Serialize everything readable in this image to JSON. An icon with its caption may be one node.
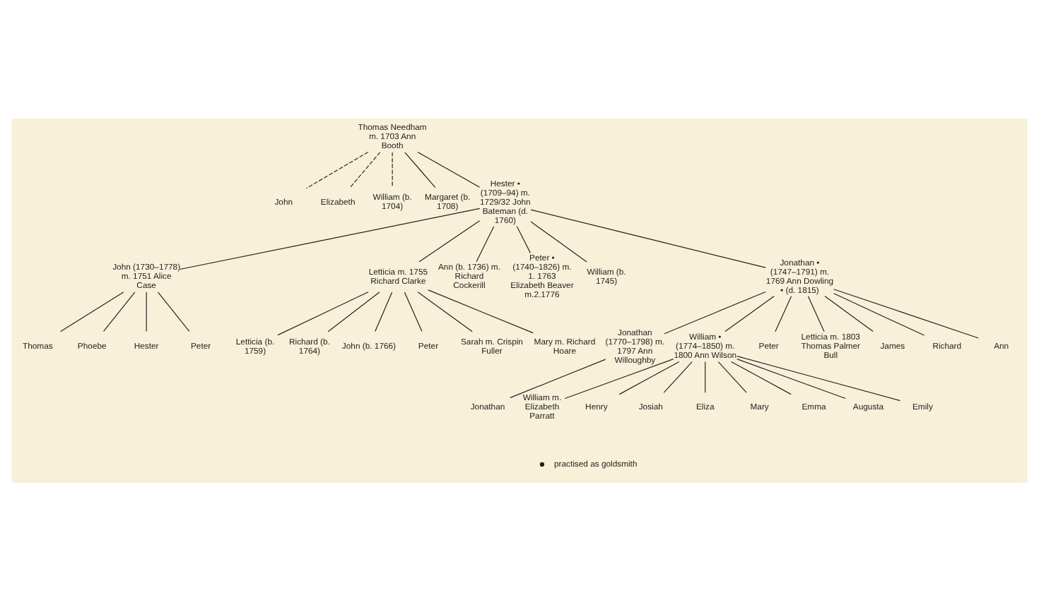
{
  "diagram": {
    "nodes": [
      {
        "text": [
          "Thomas Needham m. 1703 Ann Booth"
        ]
      },
      {
        "text": [
          "John"
        ]
      },
      {
        "text": [
          "Elizabeth"
        ]
      },
      {
        "text": [
          "William (b. 1704)"
        ]
      },
      {
        "text": [
          "Margaret (b. 1708)"
        ]
      },
      {
        "text": [
          "Hester • (1709–94) m. 1729/32 John Bateman (d. 1760)"
        ]
      },
      {
        "text": [
          "John (1730–1778) m. 1751 Alice Case"
        ]
      },
      {
        "text": [
          "Letticia m. 1755 Richard Clarke"
        ]
      },
      {
        "text": [
          "Ann (b. 1736) m. Richard Cockerill"
        ]
      },
      {
        "text": [
          "Peter • (1740–1826) m. 1. 1763 Elizabeth Beaver m.2.1776"
        ]
      },
      {
        "text": [
          "William (b. 1745)"
        ]
      },
      {
        "text": [
          "Jonathan • (1747–1791) m. 1769 Ann Dowling • (d. 1815)"
        ]
      },
      {
        "text": [
          "Thomas"
        ]
      },
      {
        "text": [
          "Phoebe"
        ]
      },
      {
        "text": [
          "Hester"
        ]
      },
      {
        "text": [
          "Peter"
        ]
      },
      {
        "text": [
          "Letticia (b. 1759)"
        ]
      },
      {
        "text": [
          "Richard (b. 1764)"
        ]
      },
      {
        "text": [
          "John (b. 1766)"
        ]
      },
      {
        "text": [
          "Peter"
        ]
      },
      {
        "text": [
          "Sarah m. Crispin Fuller"
        ]
      },
      {
        "text": [
          "Mary m. Richard Hoare"
        ]
      },
      {
        "text": [
          "Jonathan (1770–1798) m. 1797 Ann Willoughby"
        ]
      },
      {
        "text": [
          "William • (1774–1850) m. 1800 Ann Wilson"
        ]
      },
      {
        "text": [
          "Peter"
        ]
      },
      {
        "text": [
          "Letticia m. 1803 Thomas Palmer Bull"
        ]
      },
      {
        "text": [
          "James"
        ]
      },
      {
        "text": [
          "Richard"
        ]
      },
      {
        "text": [
          "Ann"
        ]
      },
      {
        "text": [
          "Jonathan"
        ]
      },
      {
        "text": [
          "William m. Elizabeth Parratt"
        ]
      },
      {
        "text": [
          "Henry"
        ]
      },
      {
        "text": [
          "Josiah"
        ]
      },
      {
        "text": [
          "Eliza"
        ]
      },
      {
        "text": [
          "Mary"
        ]
      },
      {
        "text": [
          "Emma"
        ]
      },
      {
        "text": [
          "Augusta"
        ]
      },
      {
        "text": [
          "Emily"
        ]
      }
    ],
    "edges": [
      {
        "from": 0,
        "to": 1,
        "arrow": "none",
        "style": "dashed"
      },
      {
        "from": 0,
        "to": 2,
        "arrow": "none",
        "style": "dashed"
      },
      {
        "from": 0,
        "to": 3,
        "arrow": "none",
        "style": "dashed"
      },
      {
        "from": 0,
        "to": 4,
        "arrow": "none"
      },
      {
        "from": 0,
        "to": 5,
        "arrow": "none"
      },
      {
        "from": 5,
        "to": 6,
        "arrow": "none"
      },
      {
        "from": 5,
        "to": 7,
        "arrow": "none"
      },
      {
        "from": 5,
        "to": 8,
        "arrow": "none"
      },
      {
        "from": 5,
        "to": 9,
        "arrow": "none"
      },
      {
        "from": 5,
        "to": 10,
        "arrow": "none"
      },
      {
        "from": 5,
        "to": 11,
        "arrow": "none"
      },
      {
        "from": 6,
        "to": 12,
        "arrow": "none"
      },
      {
        "from": 6,
        "to": 13,
        "arrow": "none"
      },
      {
        "from": 6,
        "to": 14,
        "arrow": "none"
      },
      {
        "from": 6,
        "to": 15,
        "arrow": "none"
      },
      {
        "from": 7,
        "to": 16,
        "arrow": "none"
      },
      {
        "from": 7,
        "to": 17,
        "arrow": "none"
      },
      {
        "from": 7,
        "to": 18,
        "arrow": "none"
      },
      {
        "from": 7,
        "to": 19,
        "arrow": "none"
      },
      {
        "from": 7,
        "to": 20,
        "arrow": "none"
      },
      {
        "from": 7,
        "to": 21,
        "arrow": "none"
      },
      {
        "from": 11,
        "to": 22,
        "arrow": "none"
      },
      {
        "from": 11,
        "to": 23,
        "arrow": "none"
      },
      {
        "from": 11,
        "to": 24,
        "arrow": "none"
      },
      {
        "from": 11,
        "to": 25,
        "arrow": "none"
      },
      {
        "from": 11,
        "to": 26,
        "arrow": "none"
      },
      {
        "from": 11,
        "to": 27,
        "arrow": "none"
      },
      {
        "from": 11,
        "to": 28,
        "arrow": "none"
      },
      {
        "from": 22,
        "to": 29,
        "arrow": "none"
      },
      {
        "from": 23,
        "to": 30,
        "arrow": "none"
      },
      {
        "from": 23,
        "to": 31,
        "arrow": "none"
      },
      {
        "from": 23,
        "to": 32,
        "arrow": "none"
      },
      {
        "from": 23,
        "to": 33,
        "arrow": "none"
      },
      {
        "from": 23,
        "to": 34,
        "arrow": "none"
      },
      {
        "from": 23,
        "to": 35,
        "arrow": "none"
      },
      {
        "from": 23,
        "to": 36,
        "arrow": "none"
      },
      {
        "from": 23,
        "to": 37,
        "arrow": "none"
      }
    ],
    "legend": [
      {
        "text": "practised as goldsmith"
      }
    ]
  }
}
